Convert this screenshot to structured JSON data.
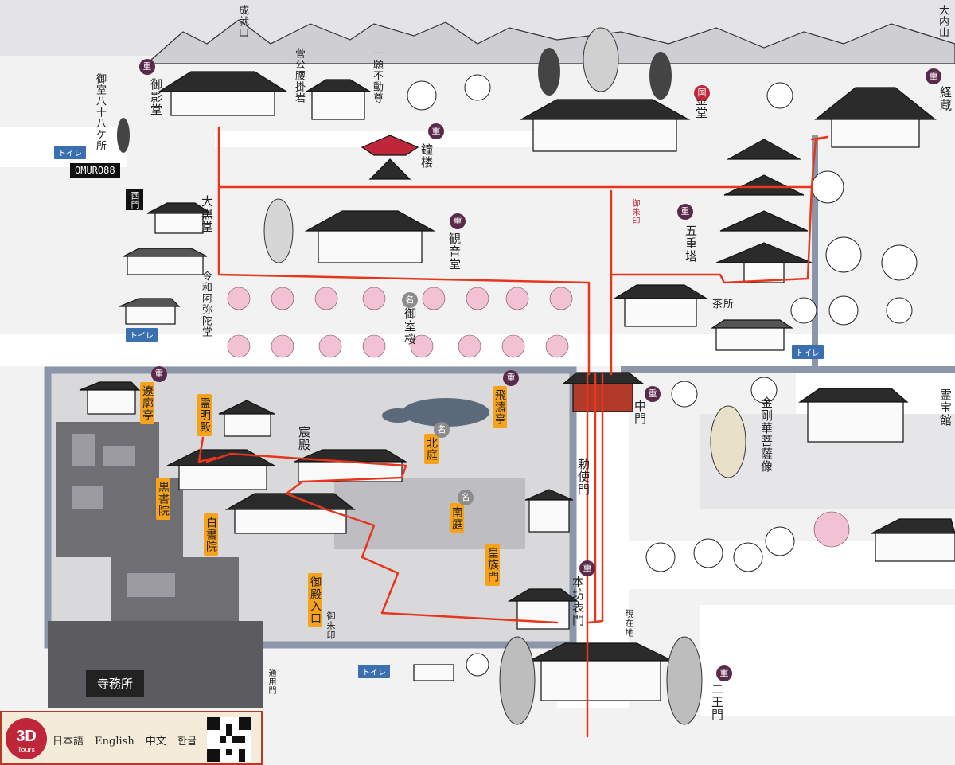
{
  "mountains": {
    "left": "成就山",
    "right": "大内山"
  },
  "labels": {
    "goeido": "御影堂",
    "kanko_koshikake": "菅公腰掛岩",
    "ichigan_fudo": "一願不動尊",
    "shoro": "鐘楼",
    "kondo": "金堂",
    "kyozo": "経蔵",
    "omuro88": "御室八十八ケ所",
    "daikokudo": "大黒堂",
    "kannondo": "観音堂",
    "goju_no_to": "五重塔",
    "reiwa_amidado": "令和阿弥陀堂",
    "omuro_zakura": "御室桜",
    "chasho": "茶所",
    "rankando": "遼廓亭",
    "reimeiden": "霊明殿",
    "shinden": "宸殿",
    "kitaniwa": "北庭",
    "hiyotei": "飛濤亭",
    "chumon": "中門",
    "reihokan": "霊宝館",
    "kongoke": "金剛華菩薩像",
    "kuroshoin": "黒書院",
    "shiroshoin": "白書院",
    "minaminiwa": "南庭",
    "chokushimon": "勅使門",
    "kozokumon": "皇族門",
    "honbo_omotemon": "本坊表門",
    "goten_iriguchi": "御殿入口",
    "gosyuin": "御朱印",
    "gosyuin2": "御朱印",
    "genzaichi": "現在地",
    "tsuyomon": "通用門",
    "niomon": "二王門",
    "jimusho": "寺務所",
    "nishimon": "西門"
  },
  "tags": {
    "toilet": "トイレ",
    "omuro088": "OMURO88"
  },
  "badges": {
    "juyo": "重",
    "kokuho": "国",
    "mei": "名"
  },
  "footer": {
    "logo_main": "3D",
    "logo_sub": "Tours",
    "languages": [
      "日本語",
      "English",
      "中文",
      "한글"
    ]
  },
  "colors": {
    "route": "#e8361c",
    "orange_label": "#f7a21b",
    "badge": "#5a2a4a",
    "badge_national": "#c0263a",
    "toilet": "#3a6fb0",
    "wall": "#8c96a8"
  },
  "icons": {
    "route_line": "red-route-line",
    "qr_code": "qr-code-icon"
  }
}
